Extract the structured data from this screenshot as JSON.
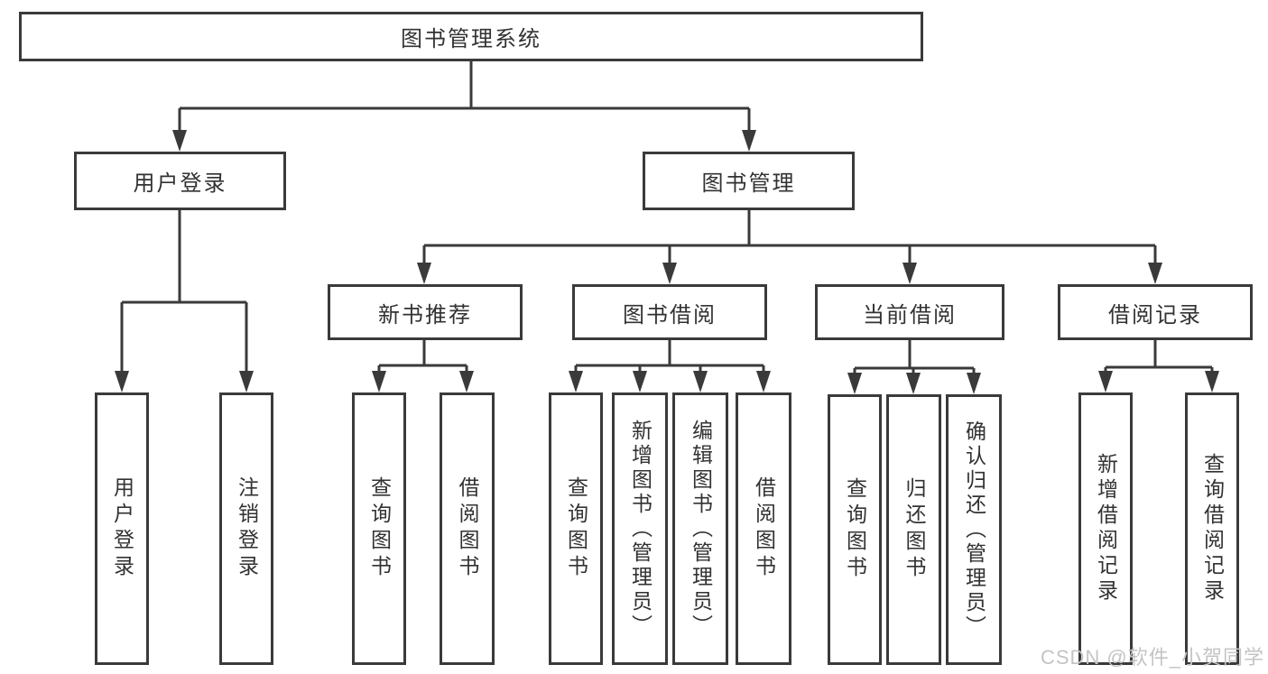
{
  "nodes": {
    "root": "图书管理系统",
    "user_login": "用户登录",
    "book_mgmt": "图书管理",
    "new_book_rec": "新书推荐",
    "book_borrow": "图书借阅",
    "current_borrow": "当前借阅",
    "borrow_records": "借阅记录",
    "leaf_user_login": "用户登录",
    "leaf_logout": "注销登录",
    "leaf_query_book_1": "查询图书",
    "leaf_lend_book_1": "借阅图书",
    "leaf_query_book_2": "查询图书",
    "leaf_add_book": "新增图书（管理员）",
    "leaf_edit_book": "编辑图书（管理员）",
    "leaf_lend_book_2": "借阅图书",
    "leaf_query_book_3": "查询图书",
    "leaf_return_book": "归还图书",
    "leaf_confirm_return": "确认归还（管理员）",
    "leaf_add_record": "新增借阅记录",
    "leaf_query_record": "查询借阅记录"
  },
  "edges": {
    "图书管理系统": [
      "用户登录",
      "图书管理"
    ],
    "用户登录": [
      "用户登录",
      "注销登录"
    ],
    "图书管理": [
      "新书推荐",
      "图书借阅",
      "当前借阅",
      "借阅记录"
    ],
    "新书推荐": [
      "查询图书",
      "借阅图书"
    ],
    "图书借阅": [
      "查询图书",
      "新增图书（管理员）",
      "编辑图书（管理员）",
      "借阅图书"
    ],
    "当前借阅": [
      "查询图书",
      "归还图书",
      "确认归还（管理员）"
    ],
    "借阅记录": [
      "新增借阅记录",
      "查询借阅记录"
    ]
  },
  "watermark": "CSDN @软件_小贺同学",
  "colors": {
    "line": "#3a3a3a",
    "text": "#323232",
    "watermark": "#c4c4c4",
    "background": "#ffffff"
  }
}
